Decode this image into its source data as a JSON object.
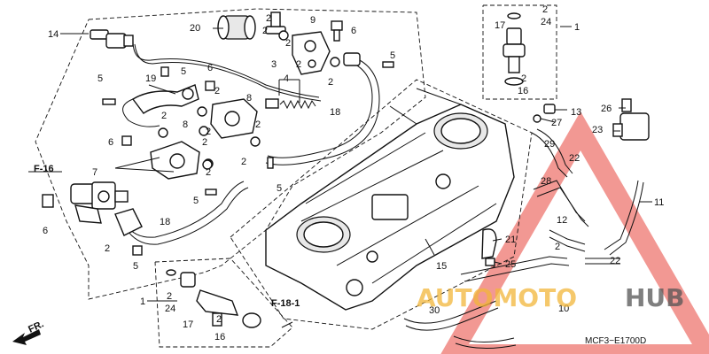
{
  "callouts": {
    "c1_top": "1",
    "c1_bottom": "1",
    "c2": "2",
    "c3": "3",
    "c4": "4",
    "c5": "5",
    "c6": "6",
    "c7": "7",
    "c8": "8",
    "c9": "9",
    "c10": "10",
    "c11": "11",
    "c12": "12",
    "c13": "13",
    "c14": "14",
    "c15": "15",
    "c16": "16",
    "c17": "17",
    "c18": "18",
    "c19": "19",
    "c20": "20",
    "c21": "21",
    "c22": "22",
    "c23": "23",
    "c24": "24",
    "c25": "25",
    "c26": "26",
    "c27": "27",
    "c28": "28",
    "c29": "29",
    "c30": "30"
  },
  "references": {
    "f16": "F-16",
    "f18_1": "F-18-1",
    "front": "FR."
  },
  "diagram_code": "MCF3−E1700D",
  "watermark": {
    "part1": "AUTOMOTO",
    "part2": "HUB",
    "color_red": "#e8443a",
    "color_orange": "#f2b63a",
    "color_gray": "#555555"
  }
}
